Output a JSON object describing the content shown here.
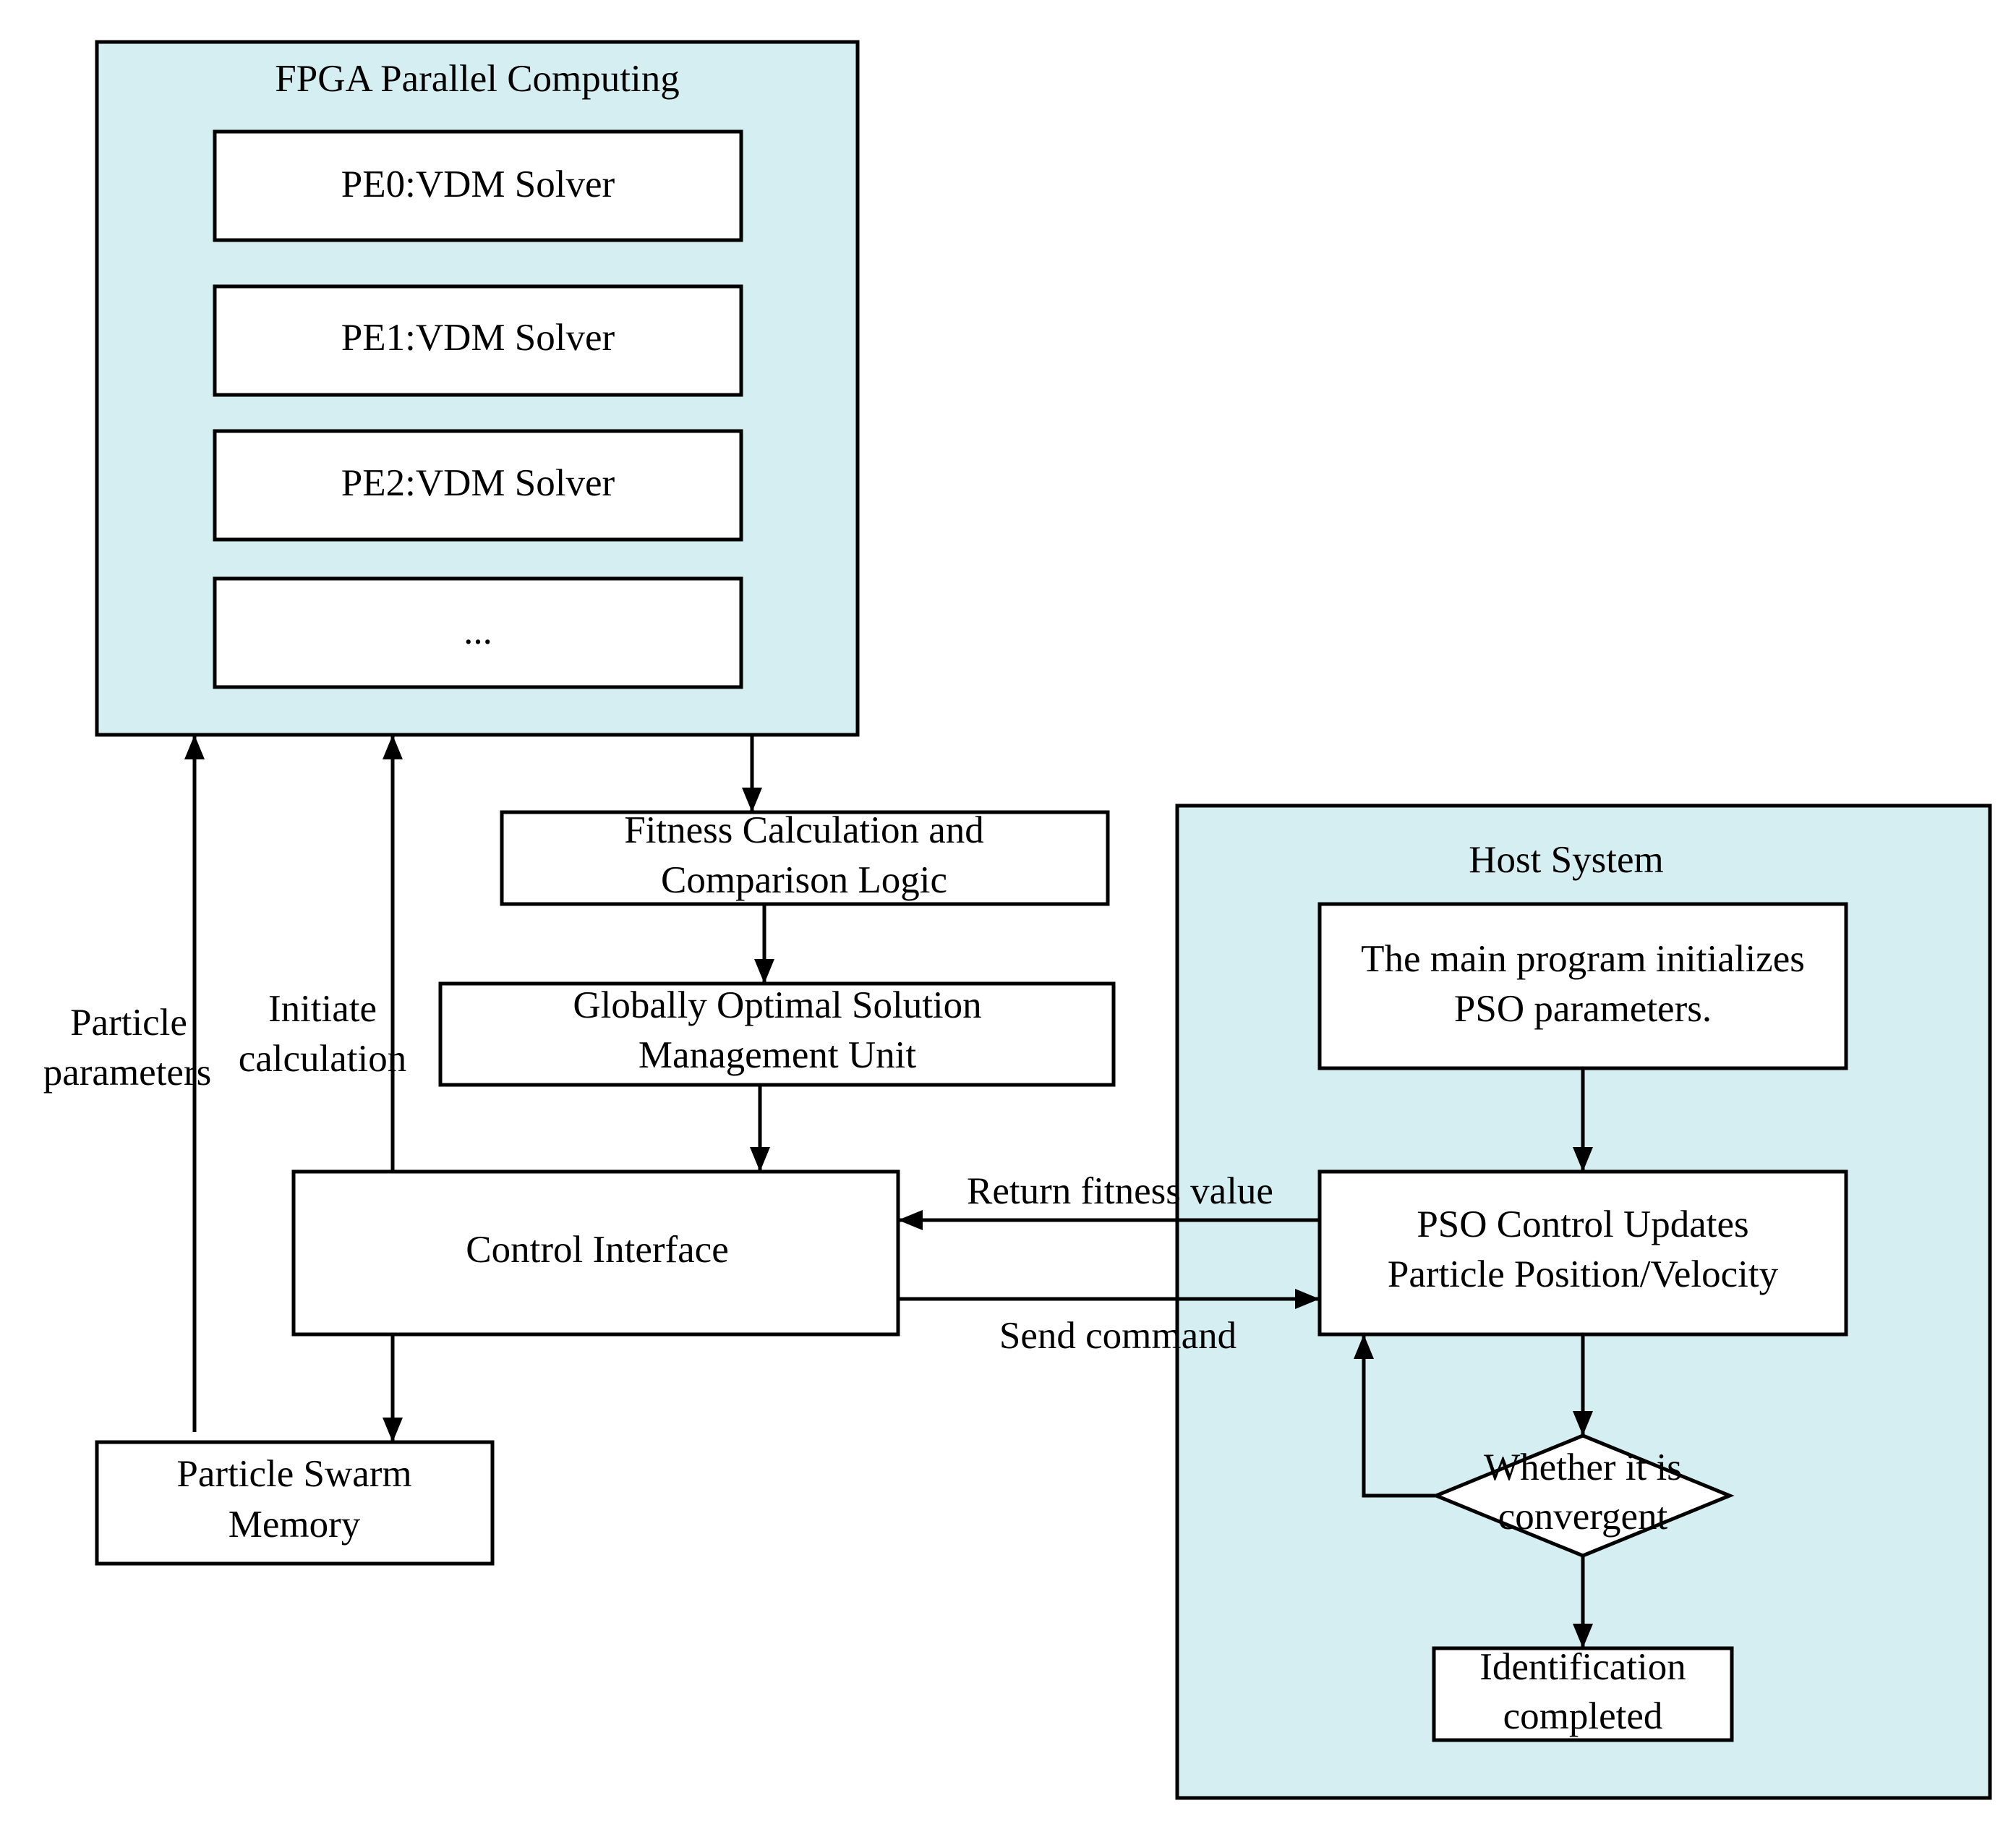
{
  "colors": {
    "container_fill": "#d5eef2",
    "box_fill": "#ffffff",
    "stroke": "#000000",
    "text": "#000000"
  },
  "fpga": {
    "title": "FPGA Parallel Computing",
    "pe0": "PE0:VDM Solver",
    "pe1": "PE1:VDM Solver",
    "pe2": "PE2:VDM Solver",
    "pe_more": "..."
  },
  "fitness": {
    "line1": "Fitness Calculation and",
    "line2": "Comparison Logic"
  },
  "global_opt": {
    "line1": "Globally Optimal Solution",
    "line2": "Management Unit"
  },
  "control_interface": "Control Interface",
  "swarm_memory": {
    "line1": "Particle Swarm",
    "line2": "Memory"
  },
  "labels": {
    "particle_params_1": "Particle",
    "particle_params_2": "parameters",
    "initiate_1": "Initiate",
    "initiate_2": "calculation",
    "return_fitness": "Return fitness value",
    "send_command": "Send command"
  },
  "host": {
    "title": "Host System",
    "init_1": "The main program initializes",
    "init_2": "PSO parameters.",
    "update_1": "PSO Control Updates",
    "update_2": "Particle Position/Velocity",
    "decision_1": "Whether it is",
    "decision_2": "convergent",
    "done_1": "Identification",
    "done_2": "completed"
  }
}
